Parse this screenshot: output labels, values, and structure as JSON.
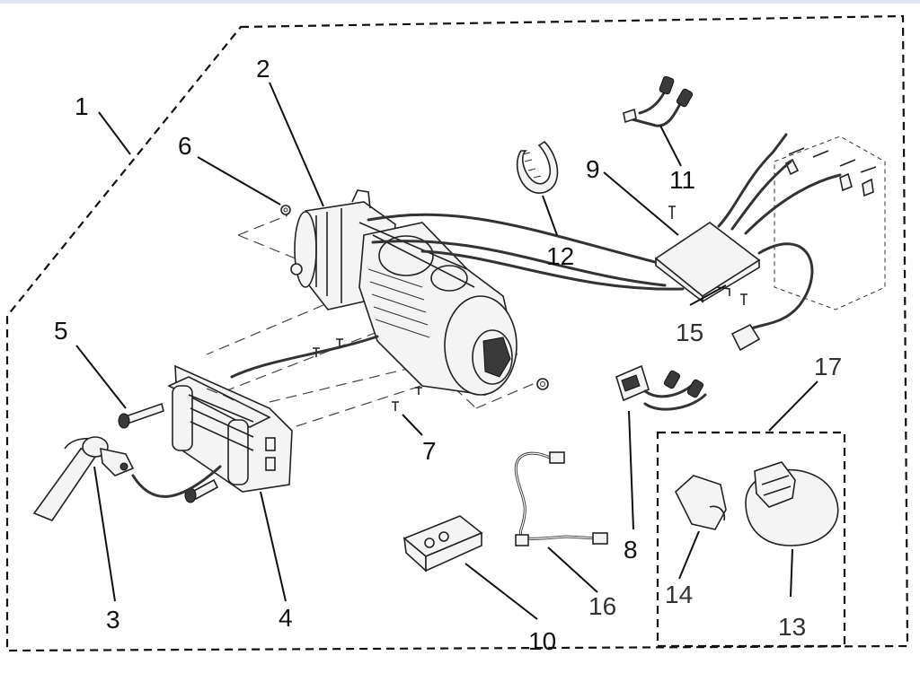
{
  "diagram": {
    "accent_color": "#111111",
    "background_color": "#ffffff",
    "callouts": [
      "1",
      "2",
      "3",
      "4",
      "5",
      "6",
      "7",
      "8",
      "9",
      "10",
      "11",
      "12",
      "13",
      "14",
      "15",
      "16",
      "17"
    ]
  }
}
